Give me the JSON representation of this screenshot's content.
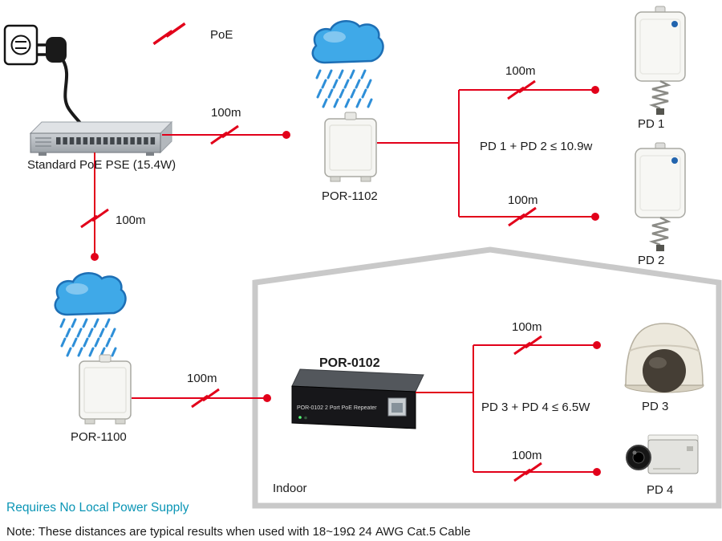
{
  "palette": {
    "line_red": "#e2001a",
    "house_gray": "#c9c9c9",
    "accent_teal": "#0a95b5",
    "cloud_blue": "#3fa9e8"
  },
  "legend": {
    "poe": "PoE"
  },
  "devices": {
    "pse": {
      "label": "Standard PoE PSE (15.4W)"
    },
    "por1102": {
      "label": "POR-1102"
    },
    "por1100": {
      "label": "POR-1100"
    },
    "por0102": {
      "label": "POR-0102",
      "front_text": "POR-0102  2 Port PoE Repeater"
    },
    "pd1": {
      "label": "PD 1"
    },
    "pd2": {
      "label": "PD 2"
    },
    "pd3": {
      "label": "PD 3"
    },
    "pd4": {
      "label": "PD 4"
    }
  },
  "links": {
    "pse_to_por1102": {
      "distance": "100m"
    },
    "pse_to_por1100": {
      "distance": "100m"
    },
    "por1102_to_pd1": {
      "distance": "100m"
    },
    "por1102_to_pd2": {
      "distance": "100m"
    },
    "por1100_to_por0102": {
      "distance": "100m"
    },
    "por0102_to_pd3": {
      "distance": "100m"
    },
    "por0102_to_pd4": {
      "distance": "100m"
    }
  },
  "annotations": {
    "pd12_budget": "PD 1 + PD 2 ≤ 10.9w",
    "pd34_budget": "PD 3 + PD 4 ≤ 6.5W",
    "indoor": "Indoor",
    "footer_highlight": "Requires No Local Power Supply",
    "note": "Note: These distances are typical results when used with 18~19Ω 24 AWG Cat.5 Cable"
  }
}
